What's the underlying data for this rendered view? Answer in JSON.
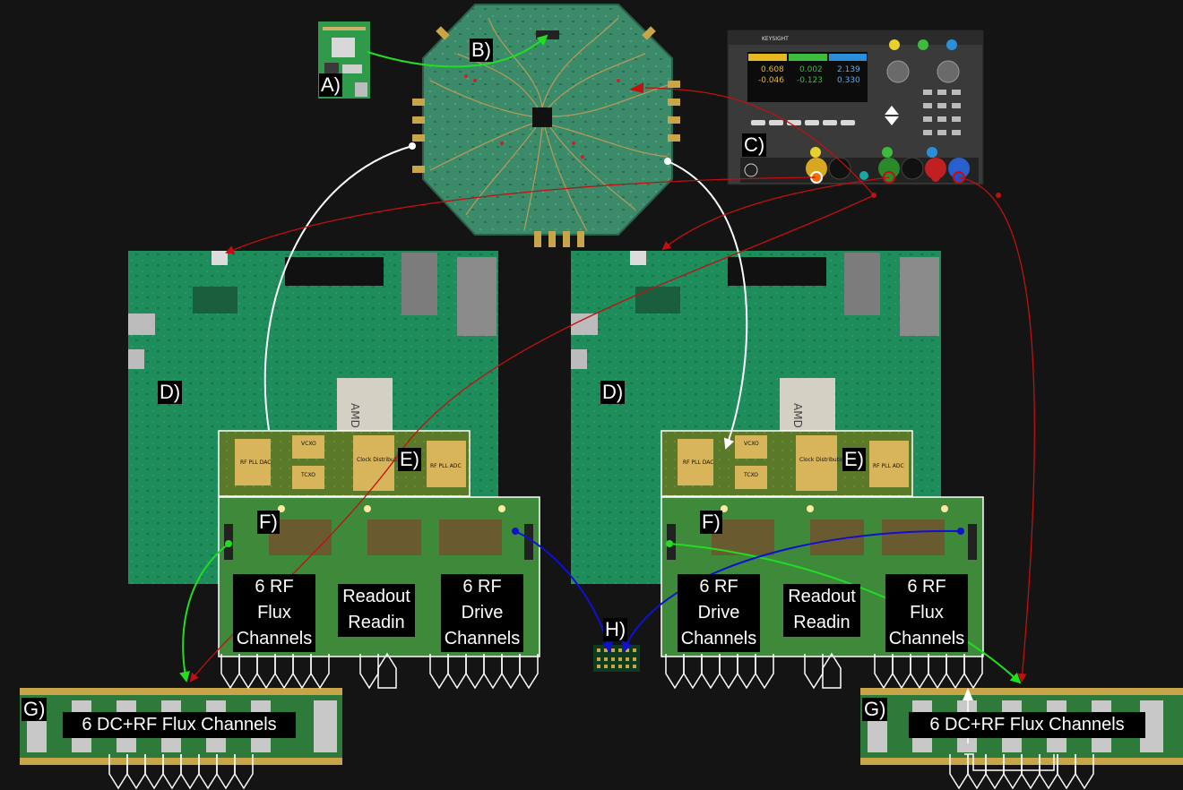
{
  "labels": {
    "a": "A)",
    "b": "B)",
    "c": "C)",
    "d_left": "D)",
    "d_right": "D)",
    "e_left": "E)",
    "e_right": "E)",
    "f_left": "F)",
    "f_right": "F)",
    "g_left": "G)",
    "g_right": "G)",
    "h": "H)"
  },
  "left_f": {
    "flux": [
      "6 RF",
      "Flux",
      "Channels"
    ],
    "readout": [
      "Readout",
      "Readin"
    ],
    "drive": [
      "6 RF",
      "Drive",
      "Channels"
    ]
  },
  "right_f": {
    "drive": [
      "6 RF",
      "Drive",
      "Channels"
    ],
    "readout": [
      "Readout",
      "Readin"
    ],
    "flux": [
      "6 RF",
      "Flux",
      "Channels"
    ]
  },
  "g_left_text": "6 DC+RF Flux Channels",
  "g_right_text": "6 DC+RF Flux Channels",
  "e_board_labels": {
    "pll_dac": "RF PLL DAC",
    "vcxo": "VCXO",
    "tcxo": "TCXO",
    "clock": "Clock Distribution PLL",
    "pll_adc": "RF PLL ADC"
  },
  "psu": {
    "brand": "KEYSIGHT",
    "ch1": {
      "v": "0.608",
      "i": "-0.046"
    },
    "ch2": {
      "v": "0.002",
      "i": "-0.123"
    },
    "ch3": {
      "v": "2.139",
      "i": "0.330"
    }
  },
  "colors": {
    "pcb_green": "#1e8a5a",
    "red_wire": "#c01010",
    "green_wire": "#22dd22",
    "blue_wire": "#1010d0",
    "white_wire": "#ffffff"
  }
}
